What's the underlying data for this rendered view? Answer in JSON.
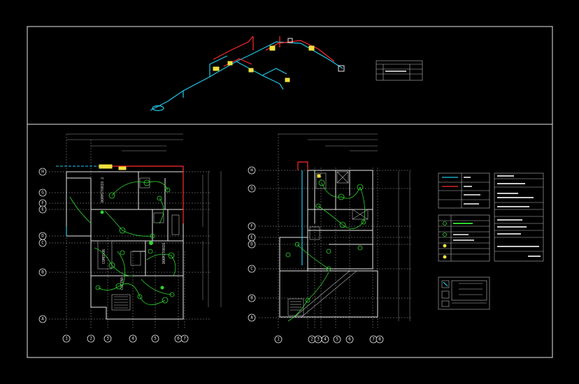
{
  "drawing": {
    "background": "#000000",
    "colors": {
      "walls": "#e8e8e8",
      "circuits": "#2fd52f",
      "hot_water": "#ff2a2a",
      "cold_water": "#22c8e8",
      "fixtures": "#f0e040"
    }
  },
  "plan1": {
    "grid_rows": [
      "H",
      "G",
      "F",
      "E",
      "D",
      "C",
      "B",
      "A"
    ],
    "grid_cols": [
      "1",
      "2",
      "3",
      "4",
      "5",
      "6",
      "7"
    ]
  },
  "plan2": {
    "grid_rows": [
      "H",
      "G",
      "F",
      "E",
      "D",
      "C",
      "B",
      "A"
    ],
    "grid_cols": [
      "1",
      "2",
      "3",
      "4",
      "5",
      "6",
      "7",
      "8"
    ]
  }
}
